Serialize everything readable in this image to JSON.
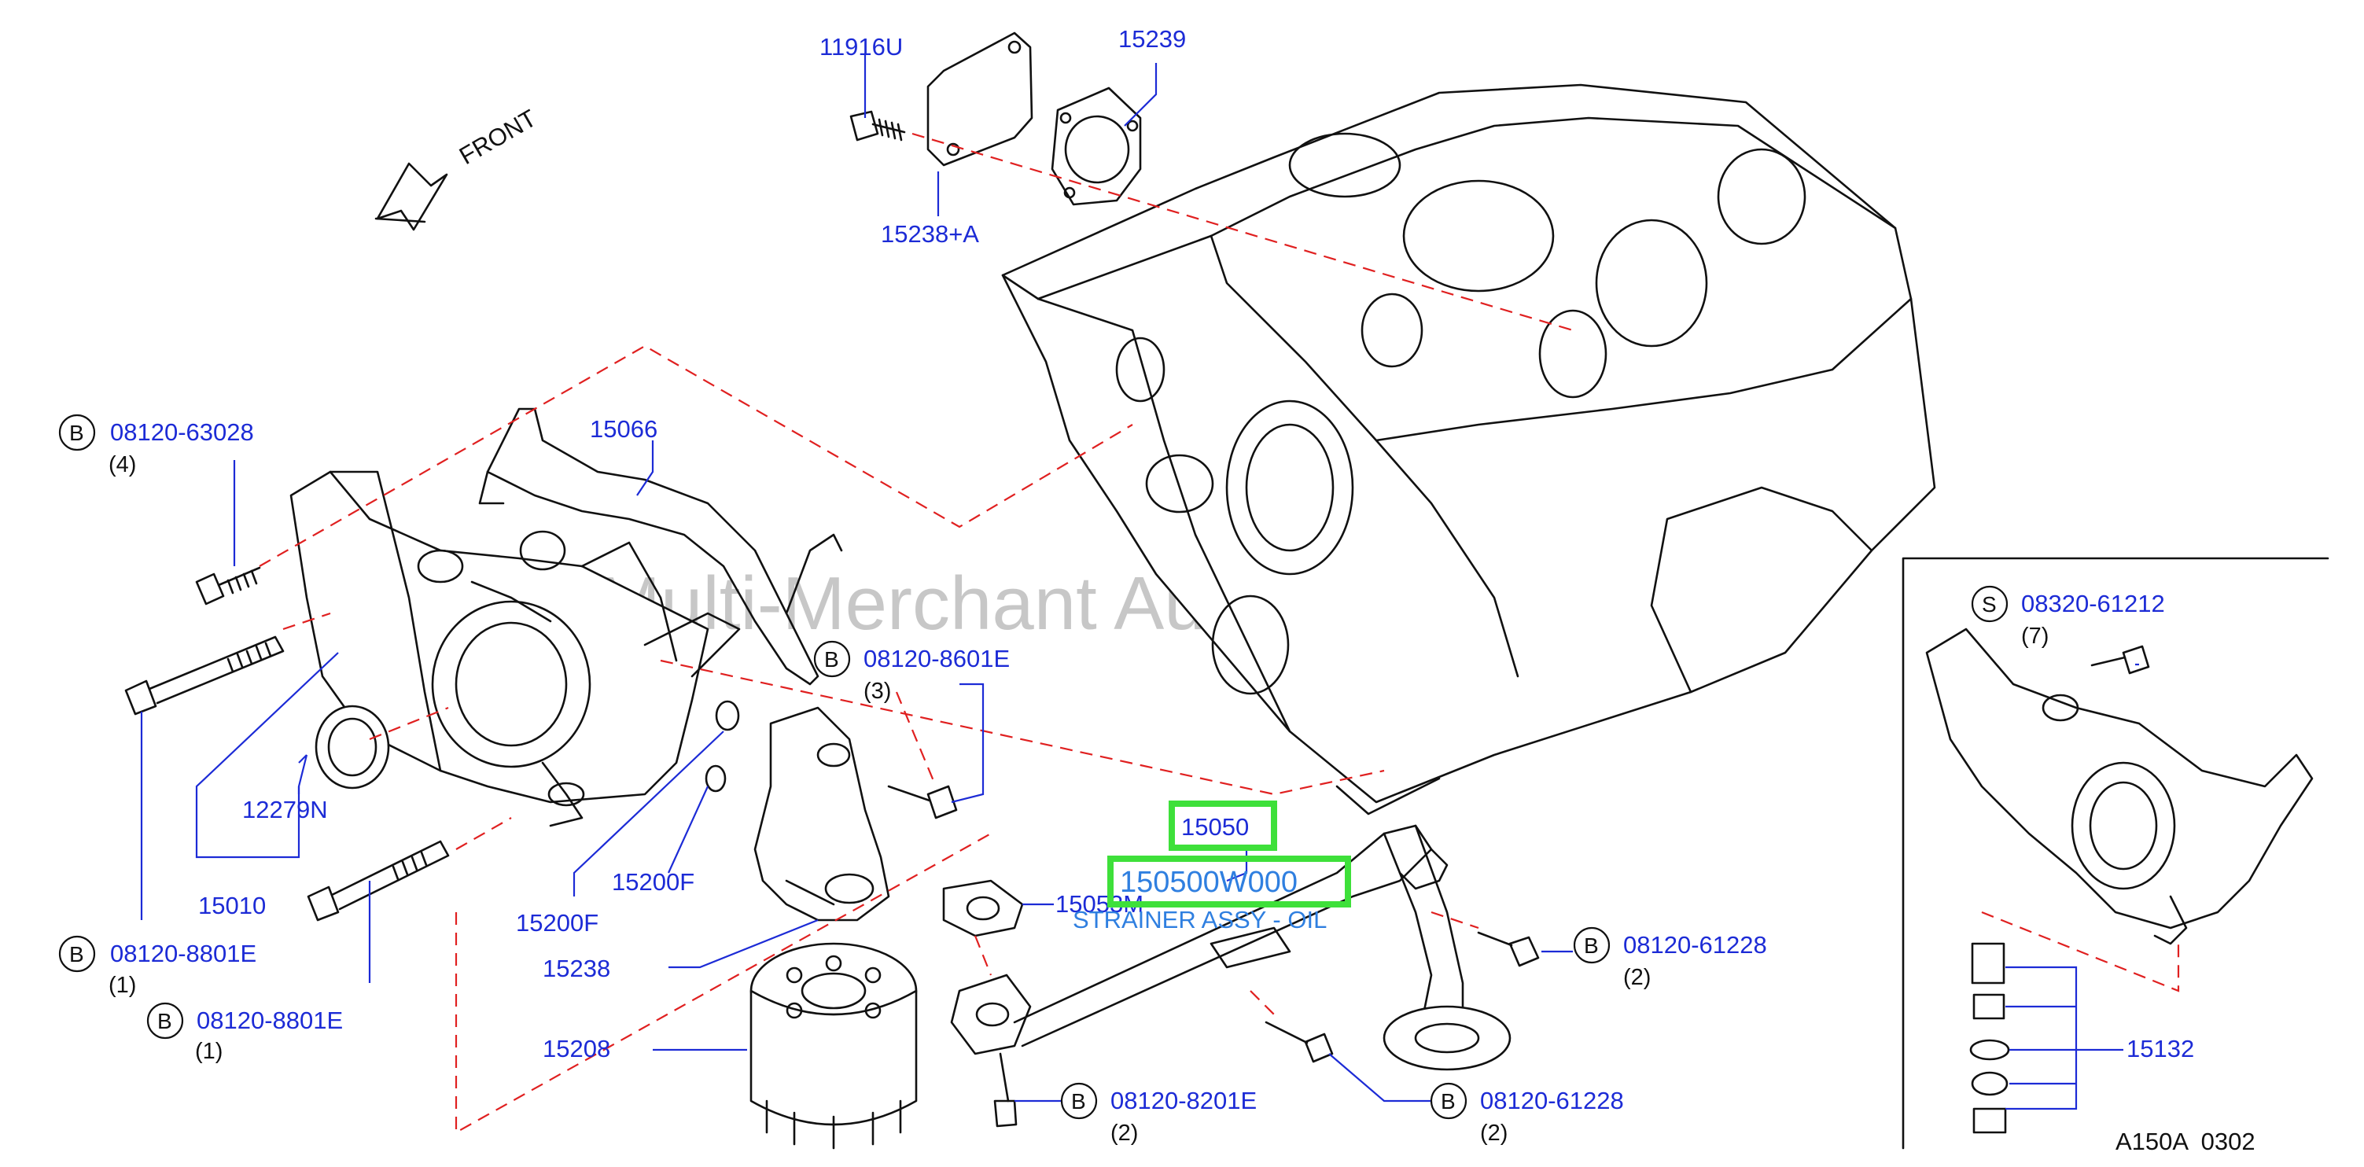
{
  "watermark": "Multi-Merchant Auto Partstore",
  "front_label": "FRONT",
  "diagram_code": "A150A  0302",
  "highlight": {
    "part_number": "15050",
    "full_part_number": "150500W000",
    "description": "STRAINER ASSY - OIL"
  },
  "labels": {
    "p11916u": "11916U",
    "p15239": "15239",
    "p15238a": "15238+A",
    "p15066": "15066",
    "p12279n": "12279N",
    "p15010": "15010",
    "p15200f_a": "15200F",
    "p15200f_b": "15200F",
    "p15238": "15238",
    "p15208": "15208",
    "p15053m": "15053M",
    "p15132": "15132"
  },
  "callouts": {
    "b1": {
      "letter": "B",
      "part": "08120-63028",
      "qty": "(4)"
    },
    "b2": {
      "letter": "B",
      "part": "08120-8601E",
      "qty": "(3)"
    },
    "b3": {
      "letter": "B",
      "part": "08120-8801E",
      "qty": "(1)"
    },
    "b4": {
      "letter": "B",
      "part": "08120-8801E",
      "qty": "(1)"
    },
    "b5": {
      "letter": "B",
      "part": "08120-61228",
      "qty": "(2)"
    },
    "b6": {
      "letter": "B",
      "part": "08120-8201E",
      "qty": "(2)"
    },
    "b7": {
      "letter": "B",
      "part": "08120-61228",
      "qty": "(2)"
    },
    "s1": {
      "letter": "S",
      "part": "08320-61212",
      "qty": "(7)"
    }
  }
}
